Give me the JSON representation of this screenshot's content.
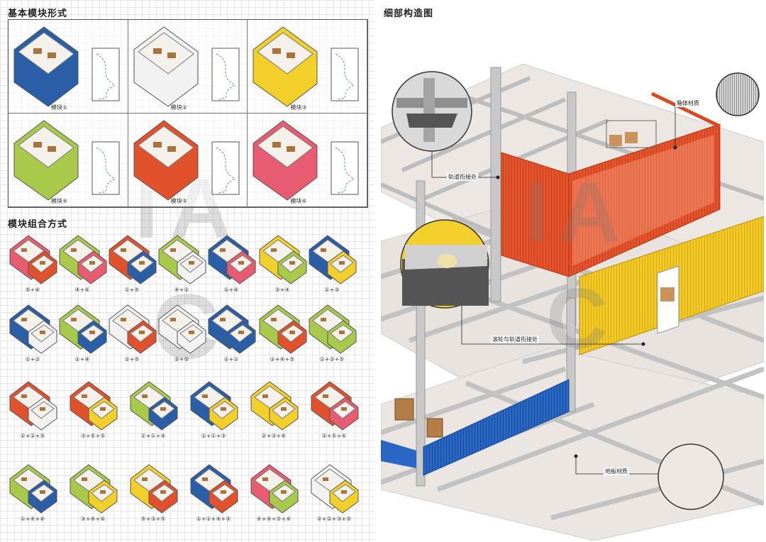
{
  "titles": {
    "basic": "基本模块形式",
    "combo": "模块组合方式",
    "detail": "细部构造图"
  },
  "modules": [
    {
      "label": "模块①",
      "color": "#2a5fa8"
    },
    {
      "label": "模块②",
      "color": "#f2f2f2"
    },
    {
      "label": "模块③",
      "color": "#f2cf2a"
    },
    {
      "label": "模块④",
      "color": "#a9c94a"
    },
    {
      "label": "模块⑤",
      "color": "#e0512c"
    },
    {
      "label": "模块⑥",
      "color": "#e85c72"
    }
  ],
  "combos": [
    {
      "label": "⑤+⑥",
      "colors": [
        "#e85c72",
        "#e0512c"
      ]
    },
    {
      "label": "④+⑥",
      "colors": [
        "#a9c94a",
        "#e85c72"
      ]
    },
    {
      "label": "①+⑤",
      "colors": [
        "#e0512c",
        "#2a5fa8"
      ]
    },
    {
      "label": "④+②",
      "colors": [
        "#a9c94a",
        "#f2f2f2"
      ]
    },
    {
      "label": "①+⑥",
      "colors": [
        "#2a5fa8",
        "#e85c72"
      ]
    },
    {
      "label": "③+④",
      "colors": [
        "#f2cf2a",
        "#a9c94a"
      ]
    },
    {
      "label": "①+③",
      "colors": [
        "#2a5fa8",
        "#f2cf2a"
      ]
    },
    {
      "label": "①+②",
      "colors": [
        "#2a5fa8",
        "#f2f2f2"
      ]
    },
    {
      "label": "①+④",
      "colors": [
        "#a9c94a",
        "#2a5fa8"
      ]
    },
    {
      "label": "②+⑤",
      "colors": [
        "#f2f2f2",
        "#e0512c"
      ]
    },
    {
      "label": "②+②",
      "colors": [
        "#f2f2f2",
        "#f2f2f2"
      ]
    },
    {
      "label": "①+①",
      "colors": [
        "#2a5fa8",
        "#2a5fa8"
      ]
    },
    {
      "label": "②+④+⑤",
      "colors": [
        "#a9c94a",
        "#e0512c"
      ]
    },
    {
      "label": "②+③+⑤",
      "colors": [
        "#a9c94a",
        "#a9c94a"
      ]
    },
    {
      "label": "②+②+⑤",
      "colors": [
        "#e0512c",
        "#f2f2f2"
      ]
    },
    {
      "label": "③+⑤+⑤",
      "colors": [
        "#e0512c",
        "#f2cf2a"
      ]
    },
    {
      "label": "①+①+④",
      "colors": [
        "#a9c94a",
        "#2a5fa8"
      ]
    },
    {
      "label": "①+①+③",
      "colors": [
        "#2a5fa8",
        "#f2cf2a"
      ]
    },
    {
      "label": "②+③+⑥",
      "colors": [
        "#f2cf2a",
        "#f2cf2a"
      ]
    },
    {
      "label": "②+⑤+⑥",
      "colors": [
        "#e0512c",
        "#e85c72"
      ]
    },
    {
      "label": "①+④+⑥",
      "colors": [
        "#a9c94a",
        "#2a5fa8"
      ]
    },
    {
      "label": "③+④+⑥",
      "colors": [
        "#a9c94a",
        "#f2cf2a"
      ]
    },
    {
      "label": "⑤+③+⑤",
      "colors": [
        "#f2cf2a",
        "#e0512c"
      ]
    },
    {
      "label": "①+①+④+⑤",
      "colors": [
        "#2a5fa8",
        "#e0512c"
      ]
    },
    {
      "label": "④+④+⑤+⑥",
      "colors": [
        "#e85c72",
        "#a9c94a"
      ]
    },
    {
      "label": "②+②+③+⑤",
      "colors": [
        "#f2f2f2",
        "#f2cf2a"
      ]
    }
  ],
  "detail": {
    "callout_box_material": "箱体材质",
    "callout_rail_joint": "轨道衔接处",
    "callout_wheel_joint": "滚轮与轨道衔接处",
    "callout_floor_material": "地板材质"
  },
  "watermark": {
    "left_top": "IA",
    "left_bottom": "C",
    "right_top": "IA",
    "right_bottom": "C"
  }
}
